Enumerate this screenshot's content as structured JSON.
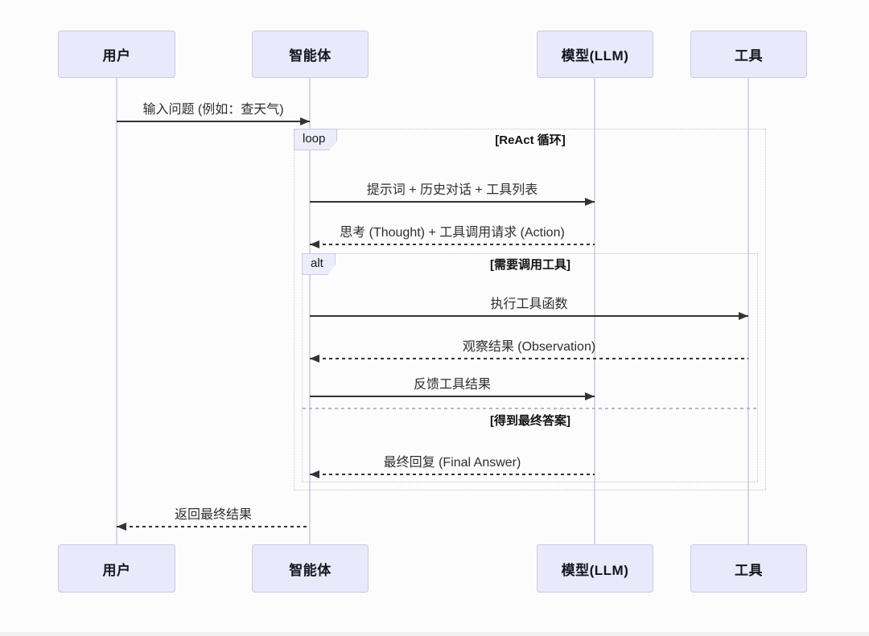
{
  "diagram": {
    "type": "sequence-diagram",
    "participants": [
      {
        "id": "user",
        "label": "用户"
      },
      {
        "id": "agent",
        "label": "智能体"
      },
      {
        "id": "model",
        "label": "模型(LLM)"
      },
      {
        "id": "tool",
        "label": "工具"
      }
    ],
    "frames": {
      "loop": {
        "operator": "loop",
        "condition": "[ReAct 循环]"
      },
      "alt": {
        "operator": "alt",
        "condition": "[需要调用工具]",
        "else_condition": "[得到最终答案]"
      }
    },
    "messages": [
      {
        "from": "用户",
        "to": "智能体",
        "style": "solid",
        "text": "输入问题 (例如：查天气)"
      },
      {
        "from": "智能体",
        "to": "模型(LLM)",
        "style": "solid",
        "text": "提示词 + 历史对话 + 工具列表"
      },
      {
        "from": "模型(LLM)",
        "to": "智能体",
        "style": "dashed",
        "text": "思考 (Thought) + 工具调用请求 (Action)"
      },
      {
        "from": "智能体",
        "to": "工具",
        "style": "solid",
        "text": "执行工具函数"
      },
      {
        "from": "工具",
        "to": "智能体",
        "style": "dashed",
        "text": "观察结果 (Observation)"
      },
      {
        "from": "智能体",
        "to": "模型(LLM)",
        "style": "solid",
        "text": "反馈工具结果"
      },
      {
        "from": "模型(LLM)",
        "to": "智能体",
        "style": "dashed",
        "text": "最终回复 (Final Answer)"
      },
      {
        "from": "智能体",
        "to": "用户",
        "style": "dashed",
        "text": "返回最终结果"
      }
    ],
    "colors": {
      "actor_fill": "#E9E9FB",
      "actor_border": "#CACAE2",
      "lifeline": "#D6D6EA",
      "frame_border": "#C2C2C6",
      "frame_label_fill": "#ECECFA",
      "arrow": "#333333",
      "background": "#FCFCFC"
    }
  }
}
